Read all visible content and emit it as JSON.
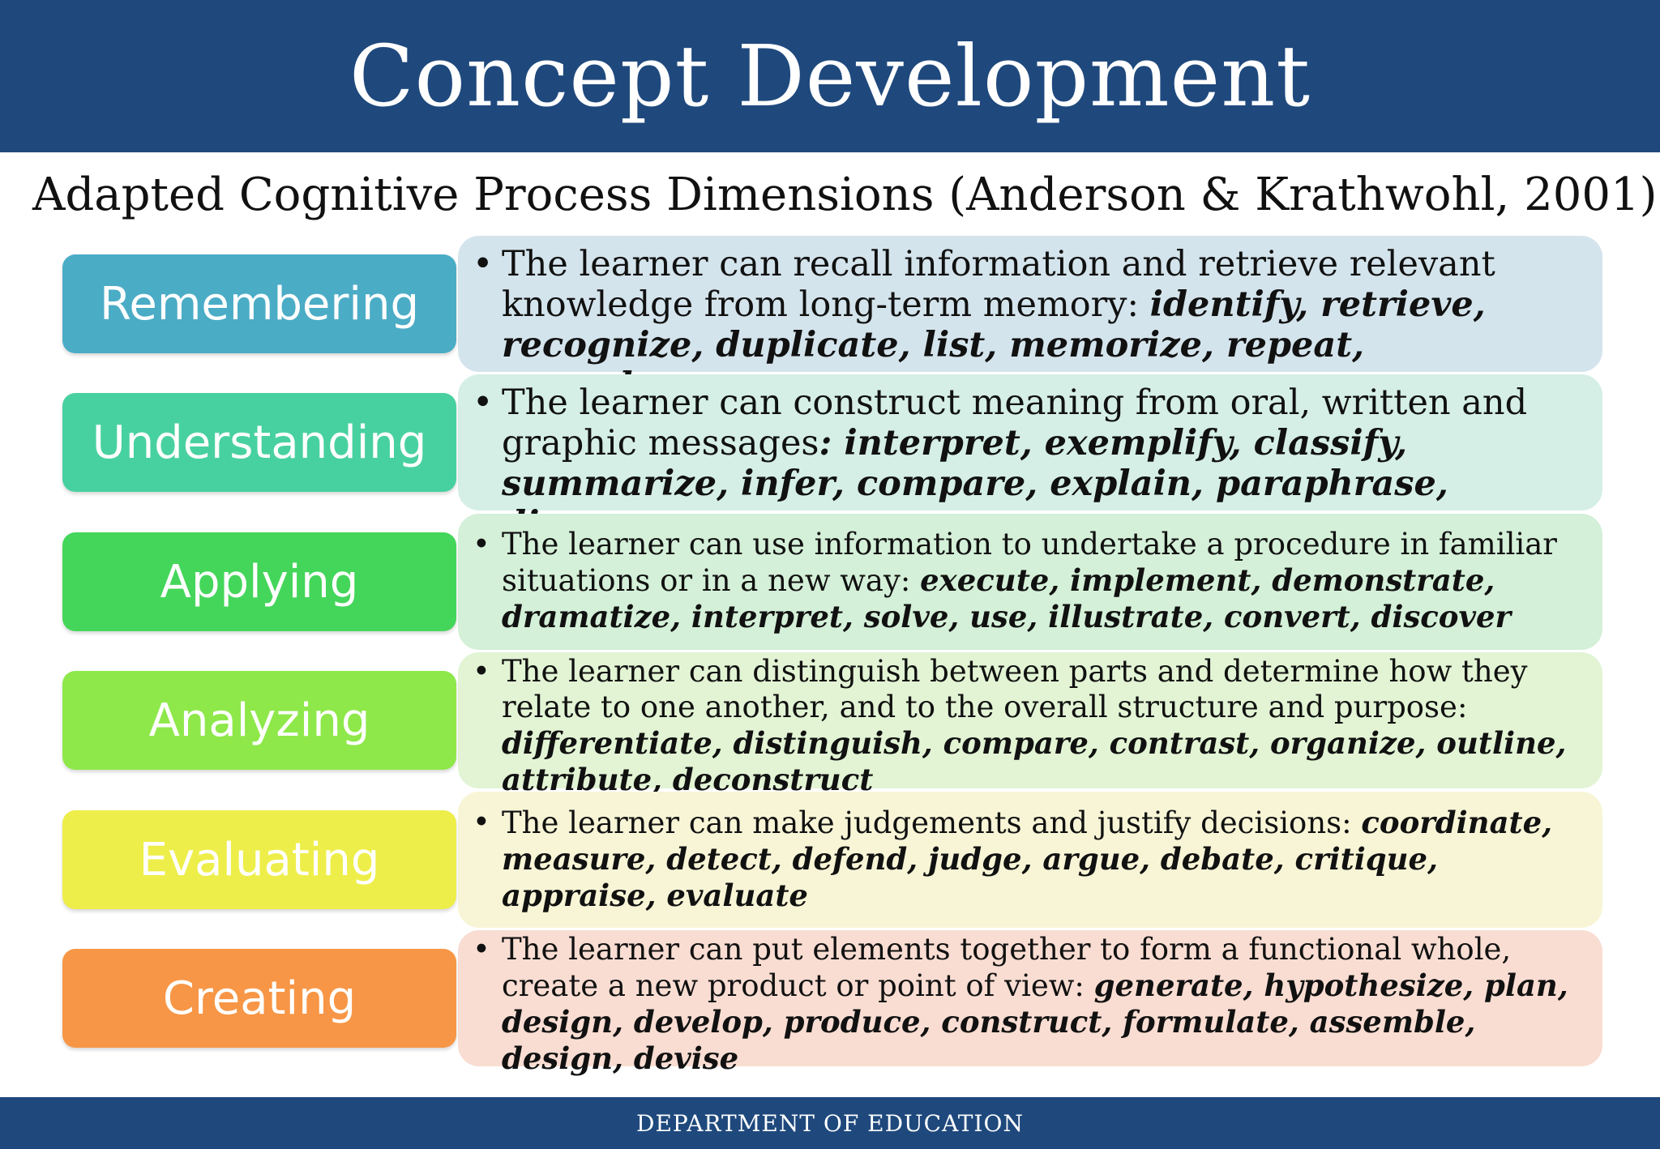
{
  "header": {
    "title": "Concept Development"
  },
  "subtitle": "Adapted Cognitive Process Dimensions (Anderson & Krathwohl, 2001)",
  "levels": [
    {
      "label": "Remembering",
      "color": "#4bacc6",
      "bg": "#d4e4ec",
      "text": "The learner can recall information and retrieve relevant knowledge from long-term memory: ",
      "verbs": "identify, retrieve, recognize, duplicate, list, memorize, repeat, reproduce"
    },
    {
      "label": "Understanding",
      "color": "#48d1a0",
      "bg": "#d5efe6",
      "text": "The learner can construct meaning from oral, written and graphic messages",
      "verbs": ": interpret, exemplify, classify, summarize, infer, compare, explain, paraphrase, discuss"
    },
    {
      "label": "Applying",
      "color": "#44d65a",
      "bg": "#d4f0d8",
      "text": "The learner can use information to undertake a procedure in familiar situations or in a new way: ",
      "verbs": "execute, implement, demonstrate, dramatize, interpret, solve, use, illustrate, convert, discover"
    },
    {
      "label": "Analyzing",
      "color": "#8ee84a",
      "bg": "#e2f4d4",
      "text": "The learner can distinguish between parts and determine how they relate to one another, and to the overall structure and purpose: ",
      "verbs": "differentiate, distinguish, compare, contrast, organize, outline, attribute, deconstruct"
    },
    {
      "label": "Evaluating",
      "color": "#eeee4a",
      "bg": "#f7f5d6",
      "text": "The learner can make judgements and justify decisions: ",
      "verbs": "coordinate, measure, detect, defend, judge, argue, debate, critique, appraise, evaluate"
    },
    {
      "label": "Creating",
      "color": "#f79646",
      "bg": "#f9ddd2",
      "text": "The learner can put elements together to form a functional whole, create a new product or point of view: ",
      "verbs": "generate, hypothesize, plan, design, develop, produce, construct, formulate, assemble, design, devise"
    }
  ],
  "footer": {
    "text": "DEPARTMENT OF EDUCATION"
  }
}
